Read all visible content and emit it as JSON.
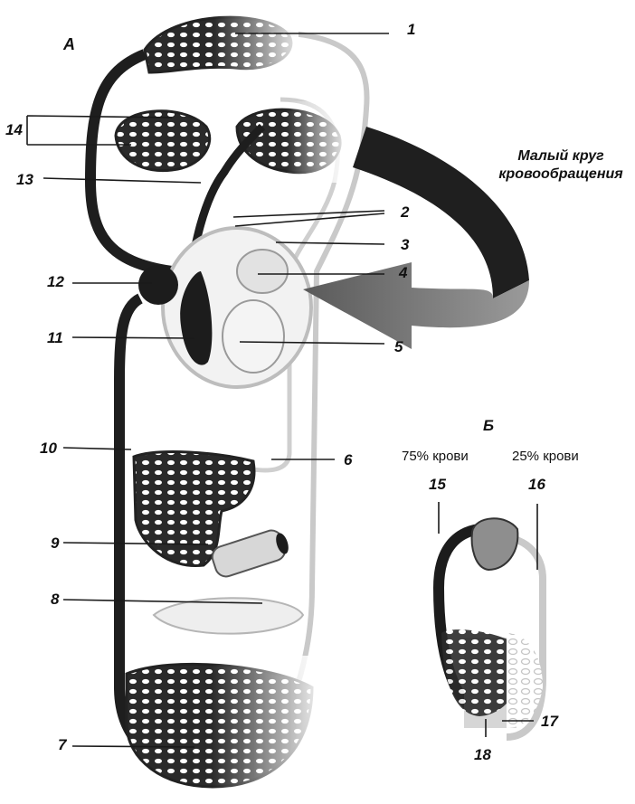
{
  "panel_labels": {
    "a": "А",
    "b": "Б"
  },
  "small_circle": {
    "line1": "Малый круг",
    "line2": "кровообращения"
  },
  "fractions": {
    "left": "75% крови",
    "right": "25% крови"
  },
  "numbers": {
    "n1": "1",
    "n2": "2",
    "n3": "3",
    "n4": "4",
    "n5": "5",
    "n6": "6",
    "n7": "7",
    "n8": "8",
    "n9": "9",
    "n10": "10",
    "n11": "11",
    "n12": "12",
    "n13": "13",
    "n14": "14",
    "n15": "15",
    "n16": "16",
    "n17": "17",
    "n18": "18"
  },
  "colors": {
    "dark": "#1a1a1a",
    "light": "#c8c8c8",
    "arrow_dark": "#222222",
    "arrow_grey": "#707070"
  }
}
